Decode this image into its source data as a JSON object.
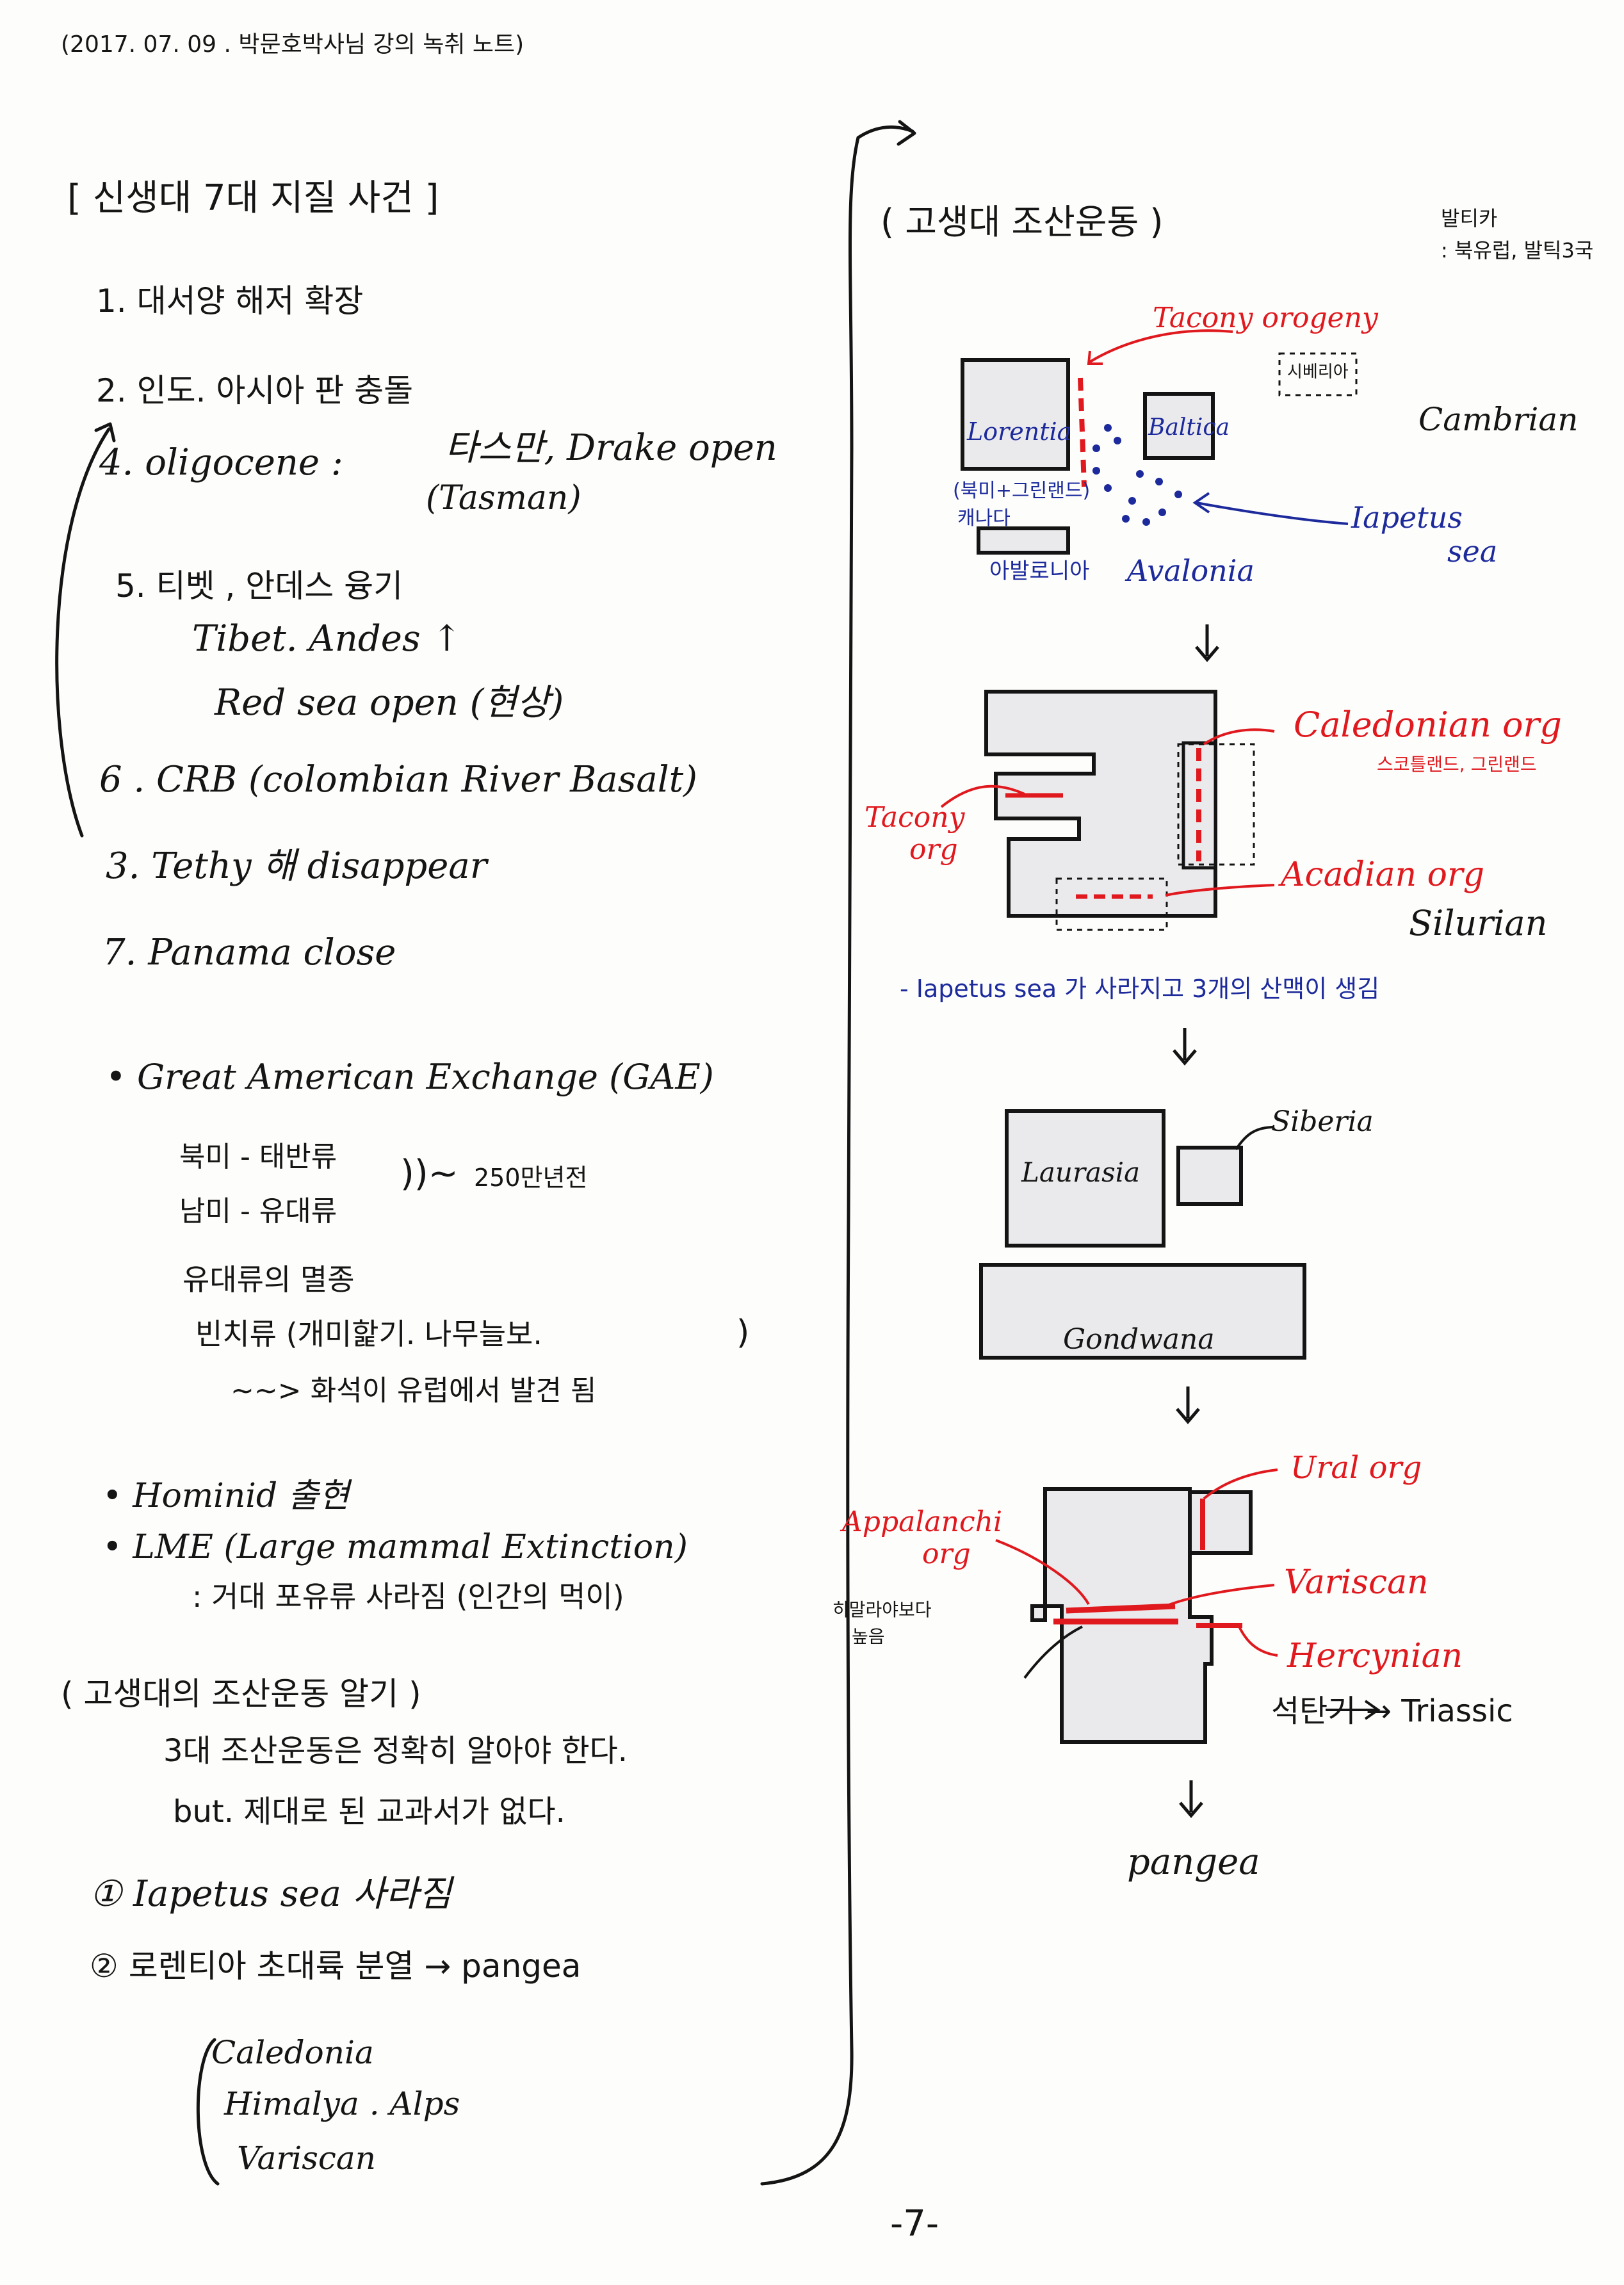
{
  "header": "(2017. 07. 09 . 박문호박사님 강의 녹취 노트)",
  "page_number": "-7-",
  "left": {
    "title": "[ 신생대 7대 지질 사건 ]",
    "events": [
      "1. 대서양 해저 확장",
      "2. 인도. 아시아 판 충돌",
      "4. oligocene :",
      "타스만, Drake open",
      "(Tasman)",
      "5. 티벳 , 안데스 융기",
      "Tibet. Andes ↑",
      "Red sea open (현상)",
      "6 . CRB (colombian River Basalt)",
      "3. Tethy 해 disappear",
      "7. Panama close"
    ],
    "gae": {
      "title": "• Great American Exchange (GAE)",
      "north": "북미 - 태반류",
      "south": "남미 - 유대류",
      "period": "250만년전",
      "extinction": "유대류의 멸종",
      "edentates": "빈치류 (개미핥기. 나무늘보.",
      "paren_close": ")",
      "fossils": "~~> 화석이 유럽에서 발견 됨"
    },
    "hominid": "• Hominid 출현",
    "lme": "• LME (Large mammal Extinction)",
    "lme_desc": ": 거대 포유류 사라짐 (인간의 먹이)",
    "paleo": {
      "title": "( 고생대의 조산운동 알기 )",
      "line1": "3대 조산운동은 정확히 알아야 한다.",
      "line2": "but. 제대로 된 교과서가 없다.",
      "item1": "① Iapetus sea 사라짐",
      "item2": "② 로렌티아 초대륙 분열 → pangea",
      "list": [
        "Caledonia",
        "Himalya . Alps",
        "Variscan"
      ]
    }
  },
  "right": {
    "title": "( 고생대 조산운동 )",
    "baltica_note1": "발티카",
    "baltica_note2": ": 북유럽, 발틱3국",
    "cambrian": {
      "period": "Cambrian",
      "taconic_orogeny": "Tacony orogeny",
      "siberia_kr": "시베리아",
      "lorentia": "Lorentia",
      "baltica": "Baltica",
      "lorentia_kr": "(북미+그린랜드)",
      "canada": "캐나다",
      "iapetus": "Iapetus",
      "iapetus_sea": "sea",
      "avalonia_kr": "아발로니아",
      "avalonia": "Avalonia"
    },
    "silurian": {
      "period": "Silurian",
      "caledonian": "Caledonian org",
      "caledonian_sub": "스코틀랜드, 그린랜드",
      "tacony": "Tacony",
      "tacony_org": "org",
      "acadian": "Acadian org",
      "note": "- Iapetus sea 가 사라지고 3개의 산맥이 생김"
    },
    "laurasia_stage": {
      "siberia": "Siberia",
      "laurasia": "Laurasia",
      "gondwana": "Gondwana"
    },
    "final_stage": {
      "ural": "Ural org",
      "appalachian": "Appalanchi",
      "appalachian_org": "org",
      "himalaya_note1": "히말라야보다",
      "himalaya_note2": "높음",
      "variscan": "Variscan",
      "hercynian": "Hercynian",
      "triassic": "석탄기 → Triassic",
      "pangea": "pangea"
    }
  }
}
